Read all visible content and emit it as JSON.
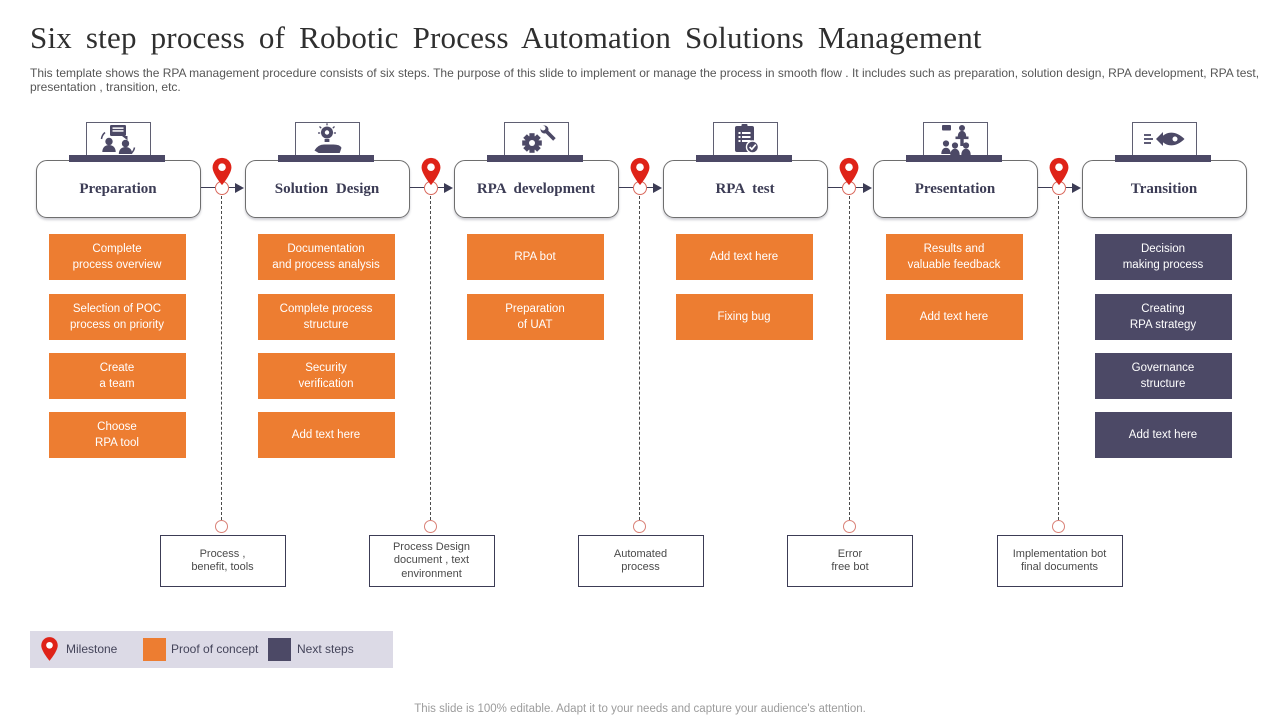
{
  "slide": {
    "title": "Six step process of Robotic Process Automation Solutions Management",
    "subtitle": "This template shows the RPA management procedure consists of six steps. The purpose of this slide to implement or manage the process in smooth flow . It includes such as preparation, solution design, RPA development, RPA test, presentation , transition, etc.",
    "footer": "This slide is 100% editable. Adapt it to your needs and capture your audience's attention."
  },
  "colors": {
    "proof_of_concept_orange": "#ED7D31",
    "next_steps_purple": "#4C4966",
    "milestone_red": "#DF2318",
    "legend_background": "#DCDAE6",
    "connector_dark": "#3c3c55"
  },
  "steps": [
    {
      "label": "Preparation",
      "icon": "discussion-icon",
      "item_type": "proof_of_concept",
      "items": [
        {
          "lines": [
            "Complete",
            "process overview"
          ]
        },
        {
          "lines": [
            "Selection of POC",
            "process on priority"
          ]
        },
        {
          "lines": [
            "Create",
            "a team"
          ]
        },
        {
          "lines": [
            "Choose",
            "RPA tool"
          ]
        }
      ]
    },
    {
      "label": "Solution Design",
      "icon": "idea-hand-icon",
      "item_type": "proof_of_concept",
      "items": [
        {
          "lines": [
            "Documentation",
            "and process analysis"
          ]
        },
        {
          "lines": [
            "Complete process",
            "structure"
          ]
        },
        {
          "lines": [
            "Security",
            "verification"
          ]
        },
        {
          "lines": [
            "Add text here"
          ]
        }
      ]
    },
    {
      "label": "RPA development",
      "icon": "gear-wrench-icon",
      "item_type": "proof_of_concept",
      "items": [
        {
          "lines": [
            "RPA bot"
          ]
        },
        {
          "lines": [
            "Preparation",
            "of UAT"
          ]
        }
      ]
    },
    {
      "label": "RPA test",
      "icon": "checklist-icon",
      "item_type": "proof_of_concept",
      "items": [
        {
          "lines": [
            "Add text here"
          ]
        },
        {
          "lines": [
            "Fixing bug"
          ]
        }
      ]
    },
    {
      "label": "Presentation",
      "icon": "presentation-icon",
      "item_type": "proof_of_concept",
      "items": [
        {
          "lines": [
            "Results and",
            "valuable feedback"
          ]
        },
        {
          "lines": [
            "Add text here"
          ]
        }
      ]
    },
    {
      "label": "Transition",
      "icon": "rocket-icon",
      "item_type": "next_steps",
      "items": [
        {
          "lines": [
            "Decision",
            "making process"
          ]
        },
        {
          "lines": [
            "Creating",
            "RPA strategy"
          ]
        },
        {
          "lines": [
            "Governance",
            "structure"
          ]
        },
        {
          "lines": [
            "Add text here"
          ]
        }
      ]
    }
  ],
  "milestones": [
    {
      "outcome_lines": [
        "Process ,",
        "benefit, tools"
      ]
    },
    {
      "outcome_lines": [
        "Process Design",
        "document , text",
        "environment"
      ]
    },
    {
      "outcome_lines": [
        "Automated",
        "process"
      ]
    },
    {
      "outcome_lines": [
        "Error",
        "free bot"
      ]
    },
    {
      "outcome_lines": [
        "Implementation bot",
        "final documents"
      ]
    }
  ],
  "legend": [
    {
      "swatch": "milestone-pin",
      "label": "Milestone"
    },
    {
      "swatch": "proof_of_concept",
      "label": "Proof of concept"
    },
    {
      "swatch": "next_steps",
      "label": "Next steps"
    }
  ]
}
